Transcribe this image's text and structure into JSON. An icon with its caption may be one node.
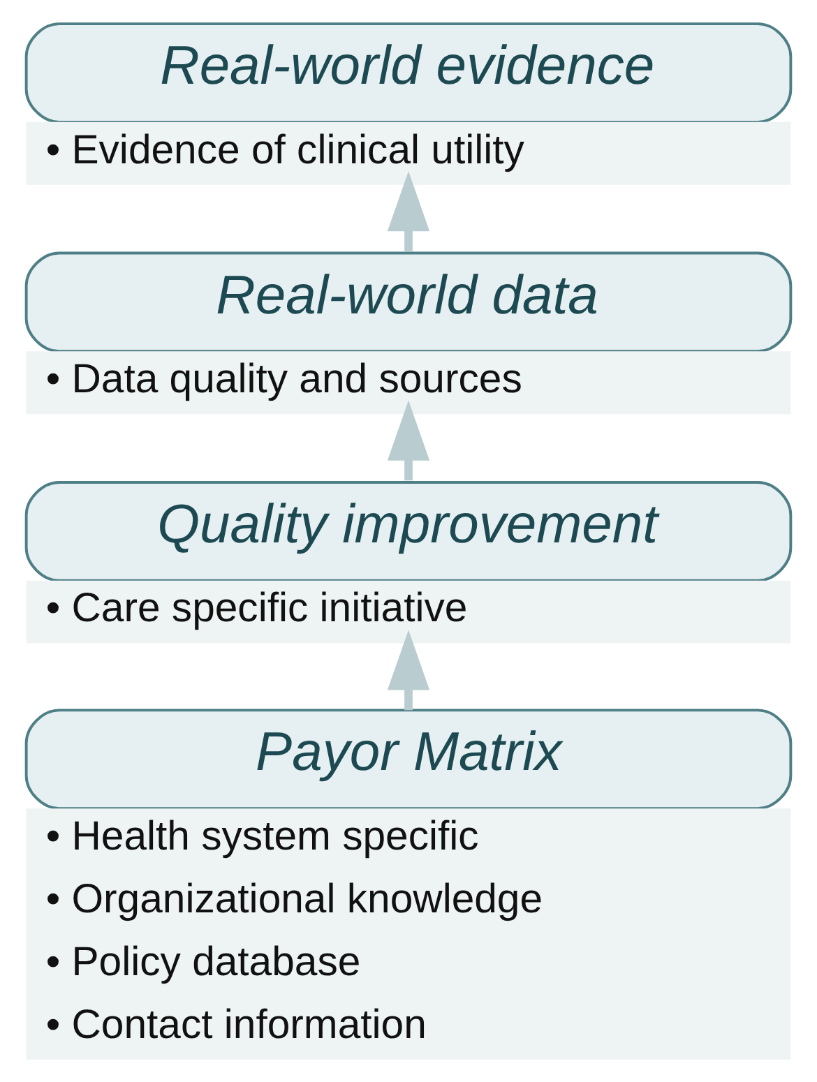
{
  "diagram": {
    "nodes": [
      {
        "text": [
          "Real-world evidence",
          "• Evidence of clinical utility"
        ]
      },
      {
        "text": [
          "Real-world data",
          "• Data quality and sources"
        ]
      },
      {
        "text": [
          "Quality improvement",
          "• Care specific initiative"
        ]
      },
      {
        "text": [
          "Payor Matrix",
          "• Health system specific",
          "• Organizational knowledge",
          "• Policy database",
          "• Contact information"
        ]
      }
    ],
    "edges": [
      {
        "from": 3,
        "to": 2,
        "arrow": "to"
      },
      {
        "from": 2,
        "to": 1,
        "arrow": "to"
      },
      {
        "from": 1,
        "to": 0,
        "arrow": "to"
      }
    ]
  }
}
